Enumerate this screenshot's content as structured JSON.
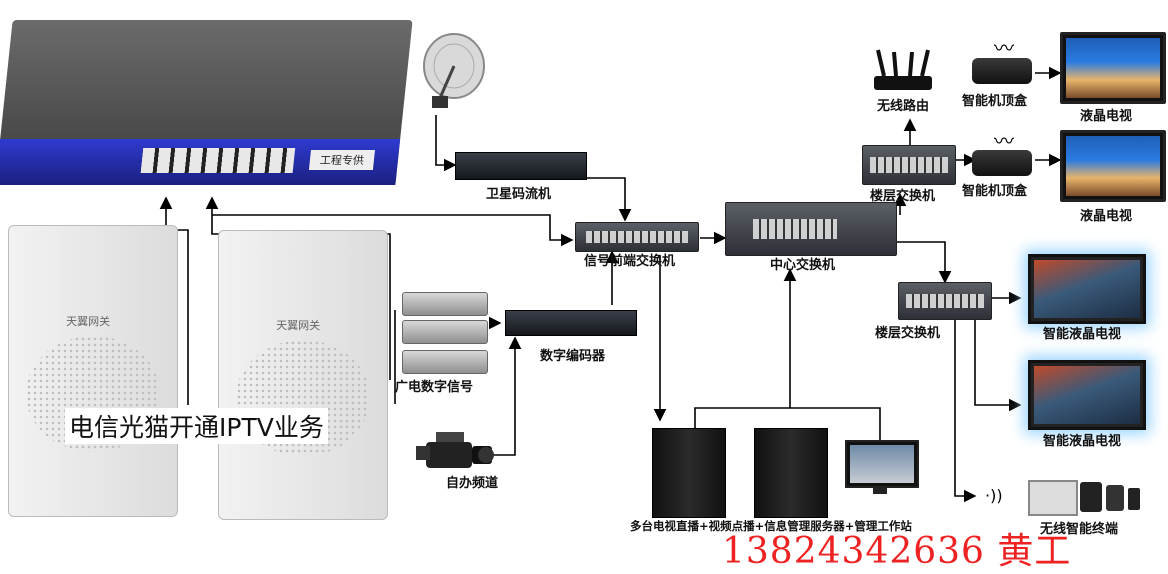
{
  "labels": {
    "satellite_streamer": "卫星码流机",
    "front_switch": "信号前端交换机",
    "center_switch": "中心交换机",
    "wireless_router": "无线路由",
    "stb_1": "智能机顶盒",
    "stb_2": "智能机顶盒",
    "lcd_tv_1": "液晶电视",
    "lcd_tv_2": "液晶电视",
    "floor_switch_1": "楼层交换机",
    "floor_switch_2": "楼层交换机",
    "smart_tv_1": "智能液晶电视",
    "smart_tv_2": "智能液晶电视",
    "encoder": "数字编码器",
    "broadcast_signal": "广电数字信号",
    "own_channel": "自办频道",
    "servers": "多台电视直播+视频点播+信息管理服务器+管理工作站",
    "wireless_terminal": "无线智能终端",
    "fiber_modem": "电信光猫开通IPTV业务",
    "router_front": "工程专供"
  },
  "contact": "13824342636  黄工"
}
